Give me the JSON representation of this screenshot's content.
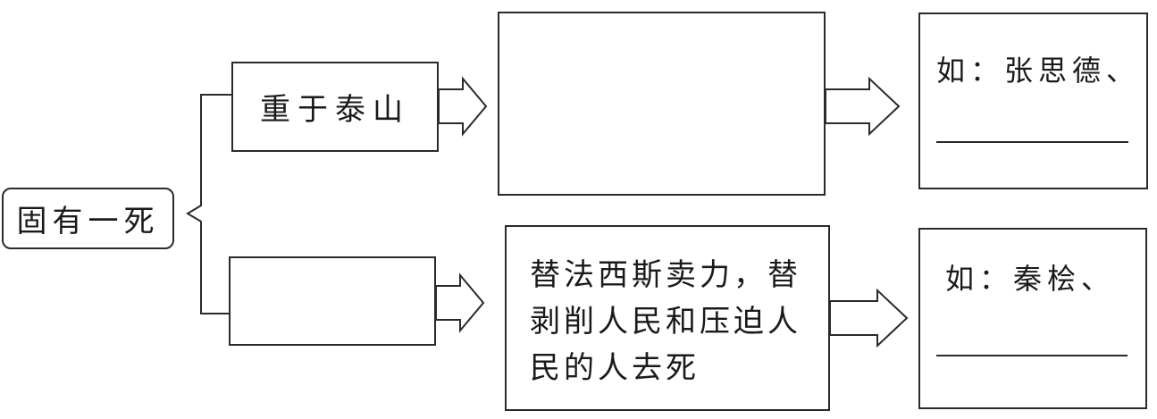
{
  "root": {
    "label": "固有一死"
  },
  "branch_top": {
    "label": "重于泰山"
  },
  "branch_bottom": {
    "label": ""
  },
  "middle_top": {
    "text": ""
  },
  "middle_bottom": {
    "text": "替法西斯卖力，替剥削人民和压迫人民的人去死"
  },
  "example_top": {
    "label": "如：张思德、",
    "blank": ""
  },
  "example_bottom": {
    "label": "如：秦桧、",
    "blank": ""
  }
}
